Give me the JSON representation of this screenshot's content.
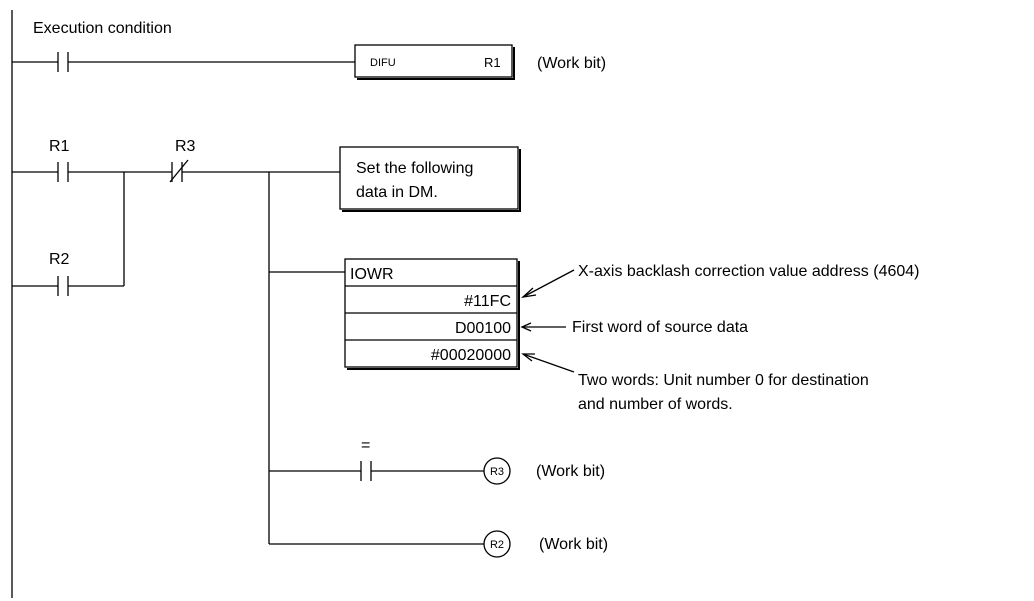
{
  "rung1": {
    "condition_label": "Execution condition",
    "instruction": "DIFU",
    "operand": "R1",
    "note": "(Work bit)"
  },
  "rung2": {
    "contact_r1": "R1",
    "contact_r3": "R3",
    "contact_r2": "R2",
    "set_box": [
      "Set the following",
      "data in DM."
    ],
    "iowr": {
      "instruction": "IOWR",
      "operands": [
        "#11FC",
        "D00100",
        "#00020000"
      ]
    },
    "annotations": {
      "address": "X-axis backlash correction value address (4604)",
      "source": "First word of source data",
      "destination": [
        "Two words: Unit number 0 for destination",
        "and number of words."
      ]
    },
    "equals_flag": "=",
    "coil_r3": "R3",
    "coil_r3_note": "(Work bit)",
    "coil_r2": "R2",
    "coil_r2_note": "(Work bit)"
  }
}
